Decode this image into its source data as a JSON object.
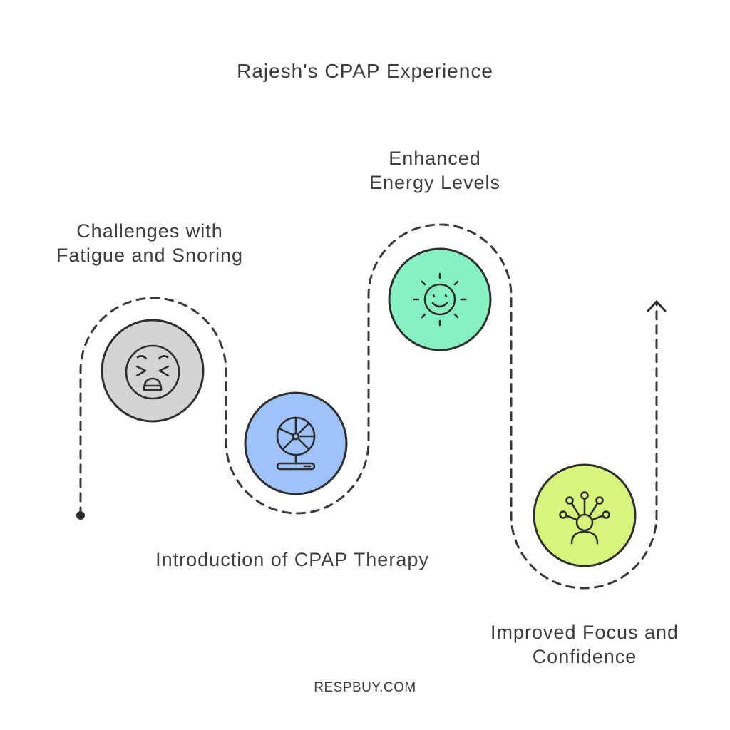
{
  "title": "Rajesh's CPAP Experience",
  "steps": [
    {
      "lines": [
        "Challenges with",
        "Fatigue and Snoring"
      ],
      "icon": "tired-face-icon",
      "color": "#d4d4d4"
    },
    {
      "lines": [
        "Introduction of CPAP Therapy"
      ],
      "icon": "fan-icon",
      "color": "#9dc2fa"
    },
    {
      "lines": [
        "Enhanced",
        "Energy Levels"
      ],
      "icon": "smiling-sun-icon",
      "color": "#86f2c2"
    },
    {
      "lines": [
        "Improved Focus and",
        "Confidence"
      ],
      "icon": "focused-person-icon",
      "color": "#d6f57a"
    }
  ],
  "footer": "RESPBUY.COM",
  "colors": {
    "path": "#3a3a3a",
    "outline": "#2e2e2e"
  }
}
